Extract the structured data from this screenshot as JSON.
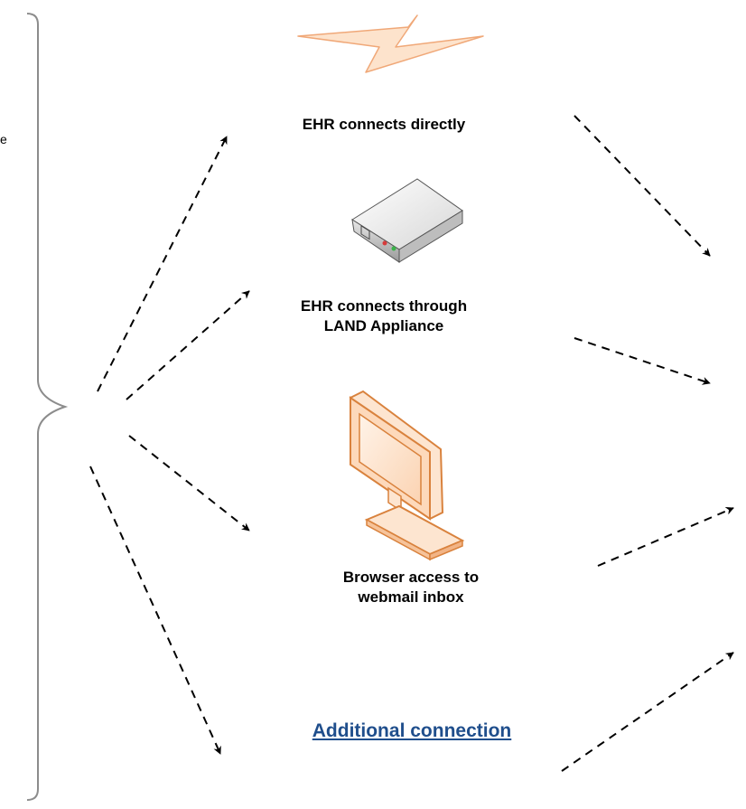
{
  "diagram": {
    "left_edge_fragment": "e",
    "nodes": {
      "direct": {
        "lines": [
          "EHR connects directly"
        ],
        "icon": "lightning-bolt-icon"
      },
      "land": {
        "lines": [
          "EHR connects through",
          "LAND Appliance"
        ],
        "icon": "server-appliance-icon"
      },
      "browser": {
        "lines": [
          "Browser access to",
          "webmail inbox"
        ],
        "icon": "computer-monitor-icon"
      },
      "additional": {
        "label": "Additional connection"
      }
    },
    "colors": {
      "bracket": "#8c8c8c",
      "arrow": "#000000",
      "bolt_fill": "#fde3cc",
      "bolt_stroke": "#f0a878",
      "monitor_stroke": "#d9823d",
      "monitor_fill": "#fde5d0",
      "link": "#1f4e8c"
    }
  }
}
